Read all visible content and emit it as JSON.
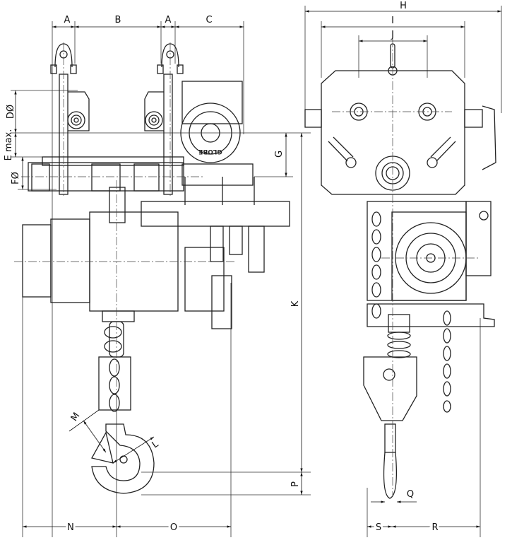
{
  "title": "Pneumatic chain hoist with trolley - dimension drawing",
  "logo_text": "GLOBE",
  "side_view": {
    "dimensions": {
      "a_left": "A",
      "b": "B",
      "a_right": "A",
      "c": "C",
      "d": "DØ",
      "e": "E max.",
      "f": "FØ",
      "g": "G",
      "k": "K",
      "p": "P",
      "m": "M",
      "l": "L",
      "n": "N",
      "o": "O"
    }
  },
  "front_view": {
    "dimensions": {
      "h": "H",
      "i": "I",
      "j": "J",
      "q": "Q",
      "s": "S",
      "r": "R"
    }
  }
}
